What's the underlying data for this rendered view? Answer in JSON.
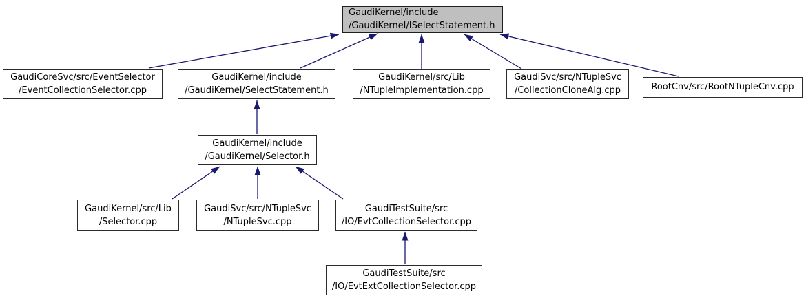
{
  "diagram_type": "include-dependency-graph",
  "colors": {
    "background": "#ffffff",
    "edge": "#191970",
    "node_border": "#2b2b2b",
    "node_fill": "#ffffff",
    "root_fill": "#bfbfbf",
    "text": "#000000"
  },
  "nodes": [
    {
      "id": "iselectstatement-h",
      "line1": "GaudiKernel/include",
      "line2": "/GaudiKernel/ISelectStatement.h",
      "highlighted": true
    },
    {
      "id": "eventcollectionselector-cpp",
      "line1": "GaudiCoreSvc/src/EventSelector",
      "line2": "/EventCollectionSelector.cpp"
    },
    {
      "id": "selectstatement-h",
      "line1": "GaudiKernel/include",
      "line2": "/GaudiKernel/SelectStatement.h"
    },
    {
      "id": "ntupleimplementation-cpp",
      "line1": "GaudiKernel/src/Lib",
      "line2": "/NTupleImplementation.cpp"
    },
    {
      "id": "collectionclonealg-cpp",
      "line1": "GaudiSvc/src/NTupleSvc",
      "line2": "/CollectionCloneAlg.cpp"
    },
    {
      "id": "rootntuplecnv-cpp",
      "line1": "RootCnv/src/RootNTupleCnv.cpp"
    },
    {
      "id": "selector-h",
      "line1": "GaudiKernel/include",
      "line2": "/GaudiKernel/Selector.h"
    },
    {
      "id": "selector-cpp",
      "line1": "GaudiKernel/src/Lib",
      "line2": "/Selector.cpp"
    },
    {
      "id": "ntuplesvc-cpp",
      "line1": "GaudiSvc/src/NTupleSvc",
      "line2": "/NTupleSvc.cpp"
    },
    {
      "id": "evtcollectionselector-cpp",
      "line1": "GaudiTestSuite/src",
      "line2": "/IO/EvtCollectionSelector.cpp"
    },
    {
      "id": "evtextcollectionselector-cpp",
      "line1": "GaudiTestSuite/src",
      "line2": "/IO/EvtExtCollectionSelector.cpp"
    }
  ],
  "edges": [
    {
      "from": "eventcollectionselector-cpp",
      "to": "iselectstatement-h"
    },
    {
      "from": "selectstatement-h",
      "to": "iselectstatement-h"
    },
    {
      "from": "ntupleimplementation-cpp",
      "to": "iselectstatement-h"
    },
    {
      "from": "collectionclonealg-cpp",
      "to": "iselectstatement-h"
    },
    {
      "from": "rootntuplecnv-cpp",
      "to": "iselectstatement-h"
    },
    {
      "from": "selector-h",
      "to": "selectstatement-h"
    },
    {
      "from": "selector-cpp",
      "to": "selector-h"
    },
    {
      "from": "ntuplesvc-cpp",
      "to": "selector-h"
    },
    {
      "from": "evtcollectionselector-cpp",
      "to": "selector-h"
    },
    {
      "from": "evtextcollectionselector-cpp",
      "to": "evtcollectionselector-cpp"
    }
  ]
}
